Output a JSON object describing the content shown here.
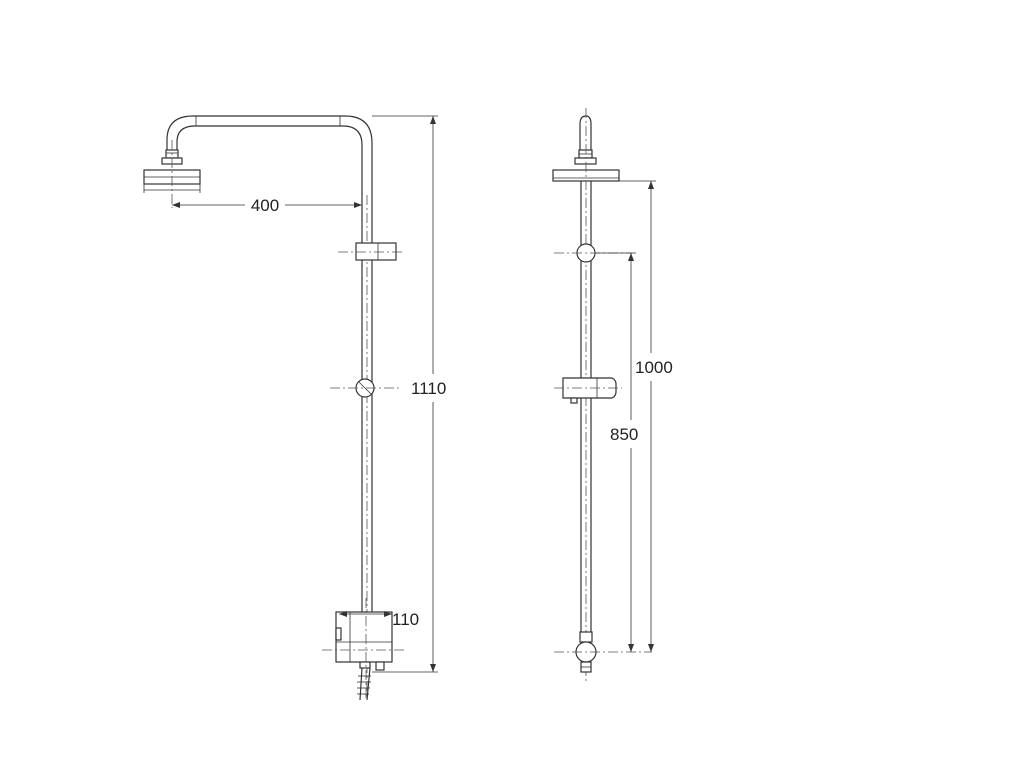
{
  "front_view": {
    "dim_head_offset": "400",
    "dim_total_height": "1110",
    "dim_mixer_width": "110"
  },
  "side_view": {
    "dim_head_height": "1000",
    "dim_outlet_height": "850"
  }
}
